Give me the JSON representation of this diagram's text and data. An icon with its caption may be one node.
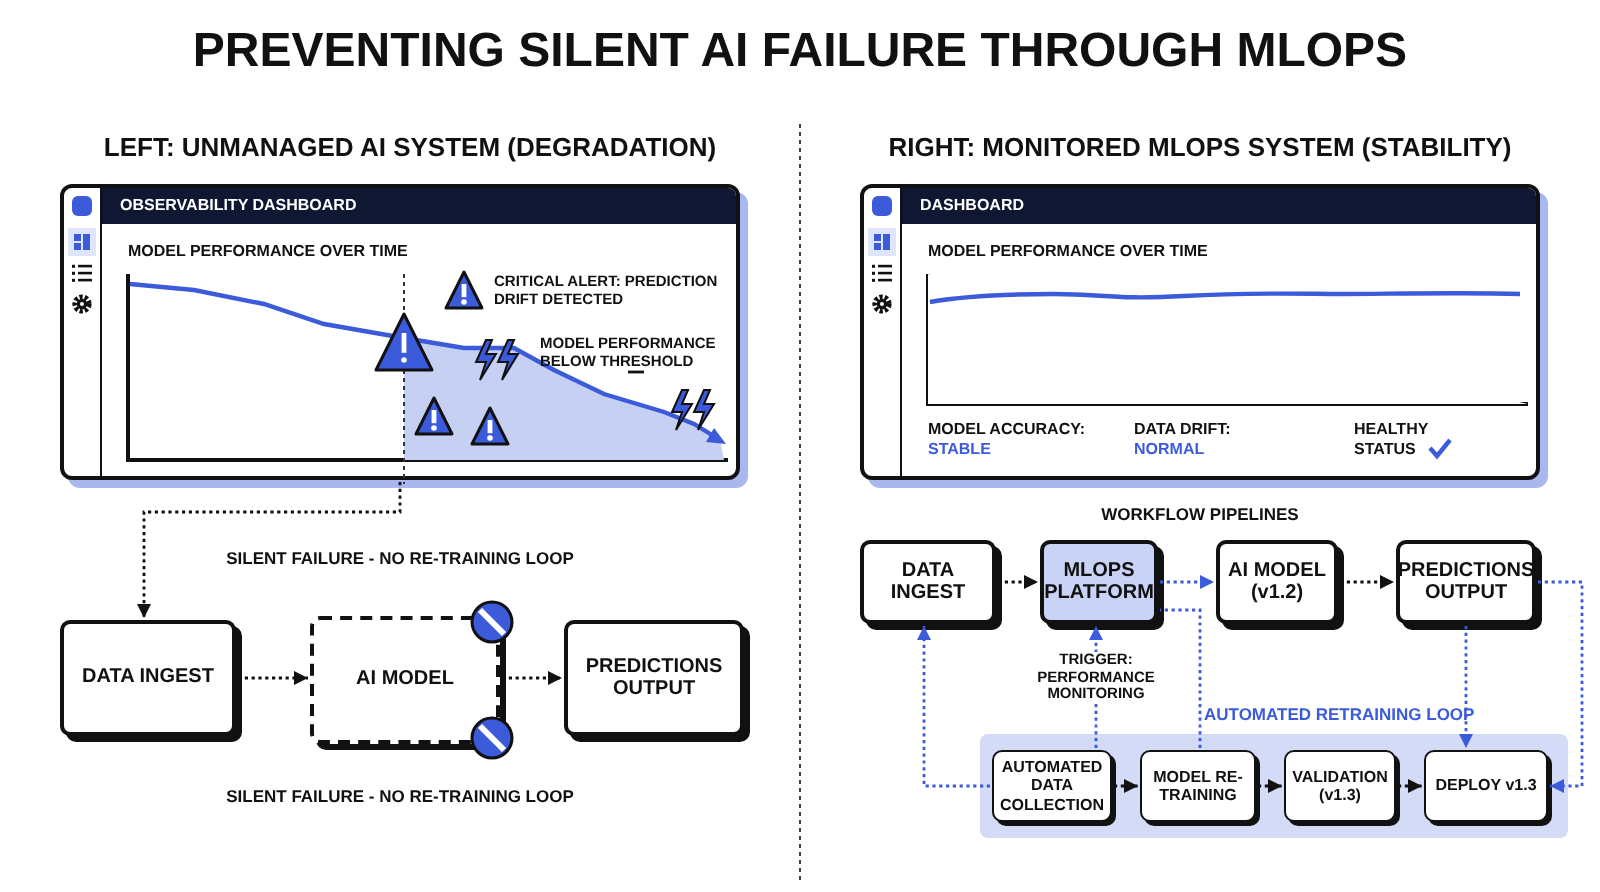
{
  "diagram": {
    "title": "PREVENTING SILENT AI FAILURE THROUGH MLOPS",
    "nodes": [
      {
        "text": [
          "OBSERVABILITY DASHBOARD",
          "MODEL PERFORMANCE OVER TIME"
        ]
      },
      {
        "text": [
          "MODEL PERFORMANCE BELOW THRESHOLD"
        ],
        "in": 0
      },
      {
        "text": [
          "DATA INGEST"
        ]
      },
      {
        "text": [
          "AI MODEL"
        ]
      },
      {
        "text": [
          "PREDICTIONS OUTPUT"
        ]
      },
      {
        "text": [
          "DASHBOARD",
          "MODEL PERFORMANCE OVER TIME"
        ]
      },
      {
        "text": [
          "DATA INGEST"
        ]
      },
      {
        "text": [
          "MLOPS PLATFORM"
        ]
      },
      {
        "text": [
          "AI MODEL (v1.2)"
        ]
      },
      {
        "text": [
          "PREDICTIONS OUTPUT"
        ]
      },
      {
        "text": [
          "AUTOMATED RETRAINING LOOP"
        ]
      },
      {
        "text": [
          "AUTOMATED DATA COLLECTION"
        ],
        "in": 10
      },
      {
        "text": [
          "MODEL RE-TRAINING"
        ],
        "in": 10
      },
      {
        "text": [
          "VALIDATION (v1.3)"
        ],
        "in": 10
      },
      {
        "text": [
          "DEPLOY v1.3"
        ],
        "in": 10
      }
    ],
    "edges": [
      {
        "from": 0,
        "to": 2,
        "arrow": "to",
        "style": "dashed",
        "color": "#111111"
      },
      {
        "from": 1,
        "to": null,
        "arrow": "none",
        "color": "#111111"
      },
      {
        "from": 2,
        "to": 3,
        "arrow": "to",
        "style": "dashed",
        "color": "#111111"
      },
      {
        "from": 3,
        "to": 4,
        "arrow": "to",
        "style": "dashed",
        "color": "#111111"
      },
      {
        "from": 6,
        "to": 7,
        "arrow": "to",
        "style": "dashed",
        "color": "#111111"
      },
      {
        "from": 7,
        "to": 8,
        "arrow": "to",
        "style": "dashed",
        "color": "#3b5bdb"
      },
      {
        "from": 8,
        "to": 9,
        "arrow": "to",
        "style": "dashed",
        "color": "#111111"
      },
      {
        "from": 11,
        "to": 6,
        "arrow": "to",
        "style": "dashed",
        "color": "#3b5bdb"
      },
      {
        "from": 11,
        "to": 7,
        "arrow": "to",
        "label": "TRIGGER: PERFORMANCE MONITORING",
        "style": "dashed",
        "color": "#3b5bdb"
      },
      {
        "from": 12,
        "to": 7,
        "arrow": "none",
        "style": "dashed",
        "color": "#3b5bdb"
      },
      {
        "from": 9,
        "to": 14,
        "arrow": "to",
        "style": "dashed",
        "color": "#3b5bdb"
      },
      {
        "from": 9,
        "to": 14,
        "arrow": "to",
        "style": "dashed",
        "color": "#3b5bdb"
      },
      {
        "from": 11,
        "to": 12,
        "arrow": "to",
        "style": "dashed",
        "color": "#111111"
      },
      {
        "from": 12,
        "to": 13,
        "arrow": "to",
        "style": "dashed",
        "color": "#111111"
      },
      {
        "from": 13,
        "to": 14,
        "arrow": "to",
        "style": "dashed",
        "color": "#111111"
      }
    ],
    "labels": [
      "LEFT: UNMANAGED AI SYSTEM (DEGRADATION)",
      "RIGHT: MONITORED MLOPS SYSTEM (STABILITY)",
      "CRITICAL ALERT: PREDICTION DRIFT DETECTED",
      "MODEL ACCURACY:",
      "STABLE",
      "DATA DRIFT:",
      "NORMAL",
      "HEALTHY STATUS",
      "SILENT FAILURE - NO RE-TRAINING LOOP",
      "WORKFLOW PIPELINES",
      "SILENT FAILURE - NO RE-TRAINING LOOP"
    ]
  }
}
